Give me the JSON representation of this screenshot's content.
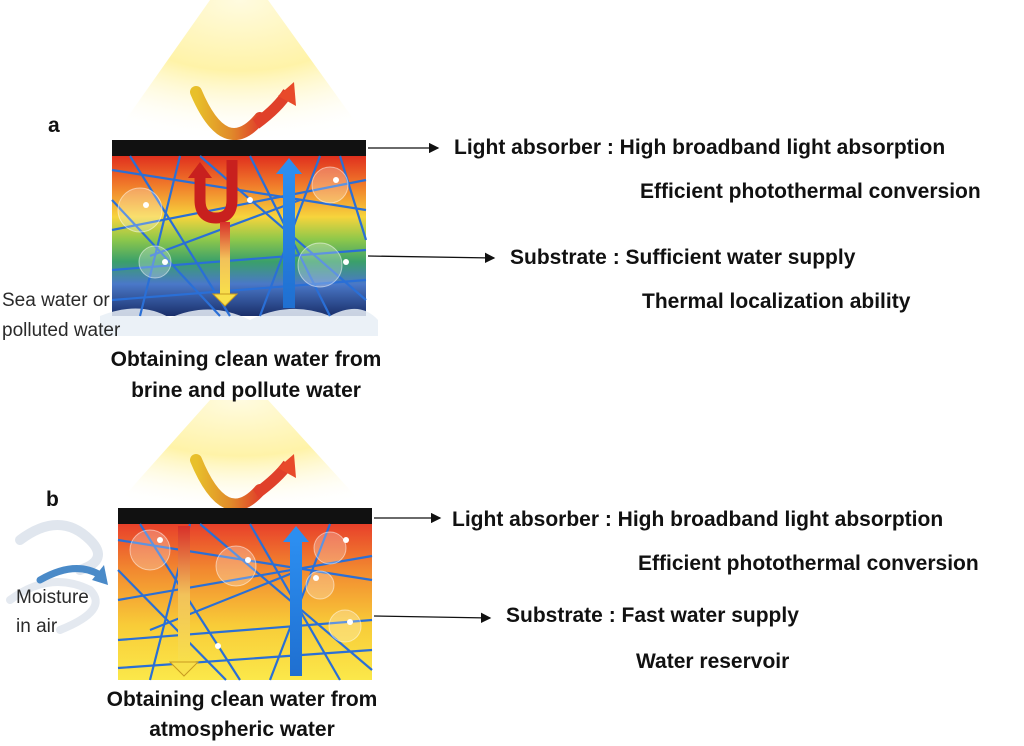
{
  "panel_a": {
    "letter": "a",
    "source_label_line1": "Sea water or",
    "source_label_line2": "polluted water",
    "caption_line1": "Obtaining clean water from",
    "caption_line2": "brine and pollute water",
    "absorber_label": "Light absorber : High broadband light absorption",
    "absorber_label2": "Efficient photothermal conversion",
    "substrate_label": "Substrate : Sufficient water supply",
    "substrate_label2": "Thermal localization ability"
  },
  "panel_b": {
    "letter": "b",
    "source_label_line1": "Moisture",
    "source_label_line2": "in air",
    "caption_line1": "Obtaining clean water from",
    "caption_line2": "atmospheric water",
    "absorber_label": "Light absorber : High broadband light absorption",
    "absorber_label2": "Efficient photothermal conversion",
    "substrate_label": "Substrate : Fast water supply",
    "substrate_label2": "Water reservoir"
  },
  "colors": {
    "sunlight": "#fff3a8",
    "absorber": "#111111",
    "vapor_arrow": "#e84a2a",
    "reflect_arrow": "#e0b32a",
    "fiber": "#2a6fd6",
    "water_arrow": "#1f6fd0"
  }
}
